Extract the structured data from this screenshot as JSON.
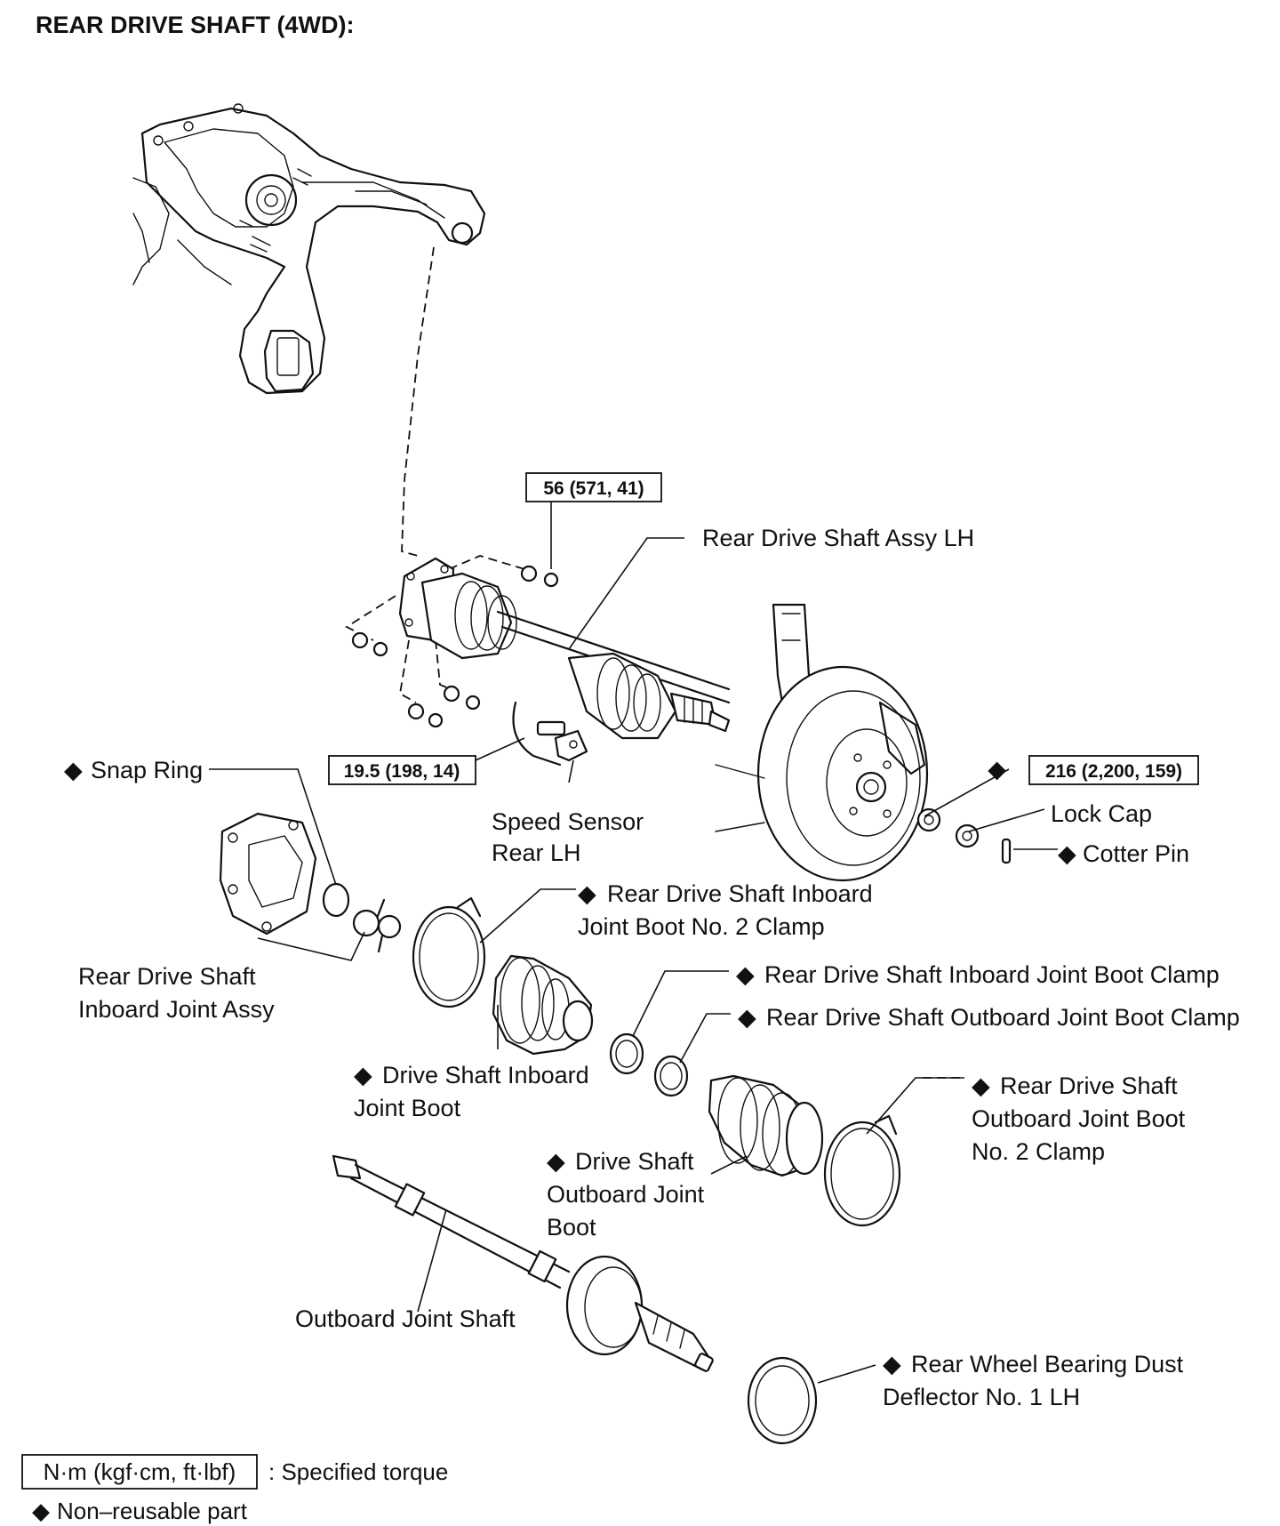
{
  "title": "REAR DRIVE SHAFT (4WD):",
  "diamond": "◆",
  "torques": {
    "nut": "56 (571, 41)",
    "sensor_bolt": "19.5 (198, 14)",
    "hub_nut": "216 (2,200, 159)"
  },
  "labels": {
    "rear_drive_shaft_assy": "Rear Drive Shaft Assy LH",
    "snap_ring": "Snap Ring",
    "speed_sensor": [
      "Speed Sensor",
      "Rear LH"
    ],
    "lock_cap": "Lock Cap",
    "cotter_pin": "Cotter Pin",
    "inboard_boot_no2_clamp": [
      "Rear Drive Shaft Inboard",
      "Joint Boot No. 2 Clamp"
    ],
    "inboard_joint_assy": [
      "Rear Drive Shaft",
      "Inboard Joint Assy"
    ],
    "inboard_boot_clamp": "Rear Drive Shaft Inboard Joint Boot Clamp",
    "outboard_boot_clamp": "Rear Drive Shaft Outboard Joint Boot Clamp",
    "inboard_joint_boot": [
      "Drive Shaft Inboard",
      "Joint Boot"
    ],
    "outboard_boot_no2_clamp": [
      "Rear Drive Shaft",
      "Outboard Joint Boot",
      "No. 2 Clamp"
    ],
    "outboard_joint_boot": [
      "Drive Shaft",
      "Outboard Joint",
      "Boot"
    ],
    "outboard_joint_shaft": "Outboard Joint Shaft",
    "dust_deflector": [
      "Rear Wheel Bearing Dust",
      "Deflector No. 1 LH"
    ]
  },
  "legend": {
    "torque_unit": "N·m (kgf·cm, ft·lbf)",
    "torque_text": ": Specified torque",
    "nonreusable_text": "Non–reusable part"
  },
  "colors": {
    "ink": "#111111",
    "paper": "#ffffff"
  }
}
